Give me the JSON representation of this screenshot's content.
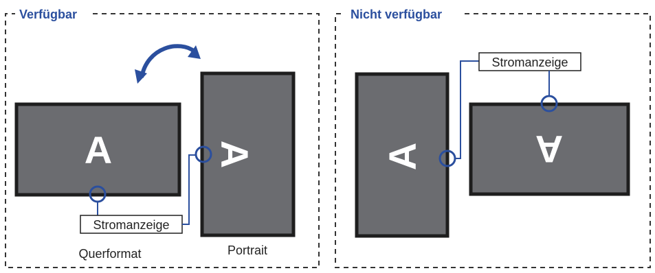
{
  "available": {
    "title": "Verfügbar",
    "landscape_caption": "Querformat",
    "portrait_caption": "Portrait",
    "power_label": "Stromanzeige",
    "screen_letter_landscape": "A",
    "screen_letter_portrait": "A"
  },
  "not_available": {
    "title": "Nicht verfügbar",
    "power_label": "Stromanzeige",
    "screen_letter_portrait": "A",
    "screen_letter_landscape": "A"
  },
  "colors": {
    "accent": "#2b4f9e",
    "screen_fill": "#6b6c70",
    "screen_border": "#1e1e1e",
    "dash_border": "#333333"
  }
}
